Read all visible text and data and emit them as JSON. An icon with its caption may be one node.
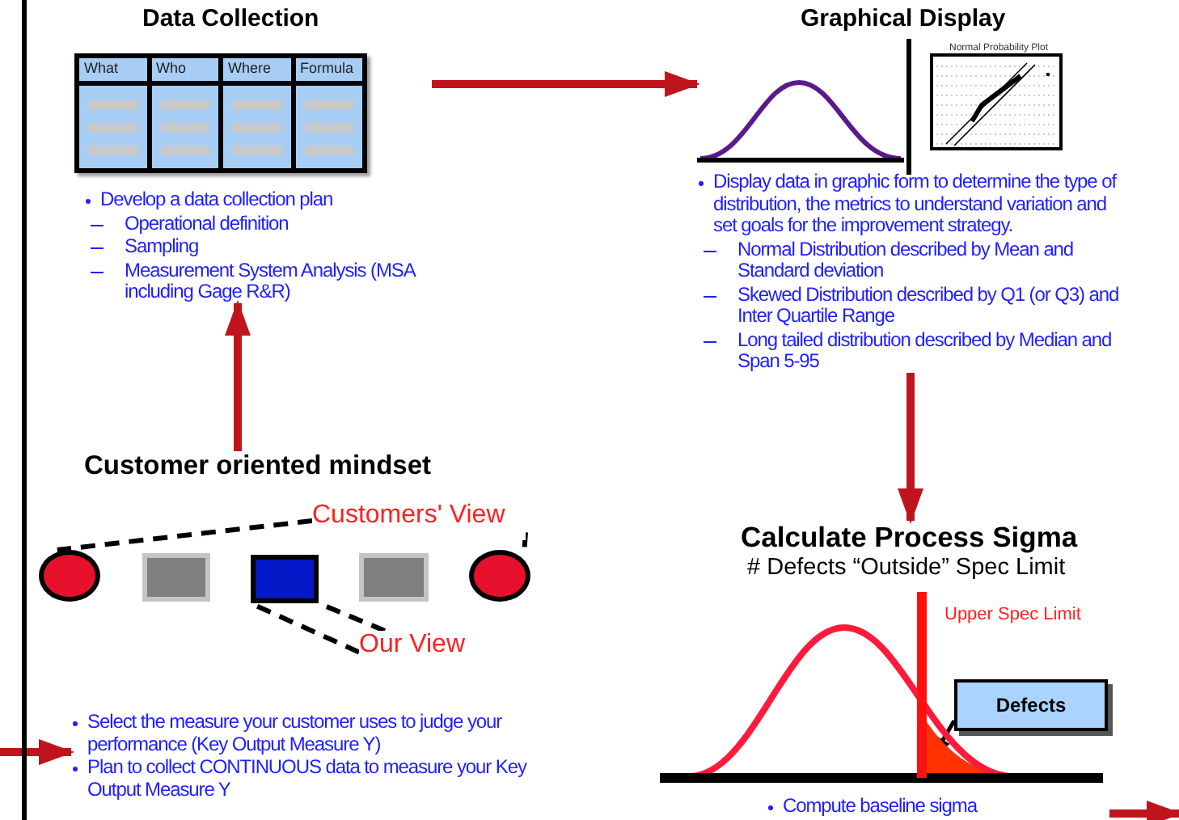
{
  "diagram": {
    "nodes": [
      {
        "text": [
          "Data Collection",
          "Develop a data collection plan",
          "Operational definition",
          "Sampling",
          "Measurement System Analysis (MSA including Gage R&R)"
        ]
      },
      {
        "text": [
          "What",
          "Who",
          "Where",
          "Formula"
        ],
        "in": 0
      },
      {
        "text": [
          "Graphical Display",
          "Display data in graphic form to determine the type of distribution, the metrics to understand variation and set goals for the improvement strategy.",
          "Normal Distribution described by Mean and Standard deviation",
          "Skewed Distribution described by Q1 (or Q3) and Inter Quartile Range",
          "Long tailed distribution described by Median and Span 5-95"
        ]
      },
      {
        "text": [
          "Normal Probability Plot"
        ],
        "in": 2
      },
      {
        "text": [
          "Customer oriented mindset",
          "Select the measure your customer uses to judge your performance (Key Output Measure Y)",
          "Plan to collect CONTINUOUS data to measure your Key Output Measure Y"
        ]
      },
      {
        "text": [
          "Customers' View"
        ],
        "in": 4
      },
      {
        "text": [],
        "shape": "circle"
      },
      {
        "text": [],
        "shape": "box",
        "in": 4
      },
      {
        "text": [],
        "shape": "box",
        "in": 4
      },
      {
        "text": [],
        "shape": "box",
        "in": 4
      },
      {
        "text": [],
        "shape": "circle",
        "in": 4
      },
      {
        "text": [
          "Our View"
        ],
        "in": 4
      },
      {
        "text": [
          "Calculate Process Sigma",
          "# Defects “Outside” Spec Limit",
          "Compute baseline sigma"
        ]
      },
      {
        "text": [
          "Defects"
        ],
        "in": 12
      }
    ],
    "edges": [
      {
        "from": 0,
        "to": 2,
        "arrow": "to",
        "color": "#c0141c"
      },
      {
        "from": 2,
        "to": 12,
        "arrow": "to",
        "color": "#c0141c"
      },
      {
        "from": 4,
        "to": 0,
        "arrow": "to",
        "color": "#c0141c"
      },
      {
        "from": null,
        "to": 4,
        "arrow": "to",
        "color": "#c0141c"
      },
      {
        "from": 12,
        "to": null,
        "arrow": "to",
        "color": "#c0141c"
      },
      {
        "from": 5,
        "to": 6,
        "arrow": "none",
        "style": "dashed",
        "color": "#000000"
      },
      {
        "from": 5,
        "to": 10,
        "arrow": "none",
        "style": "dashed",
        "color": "#000000"
      },
      {
        "from": 11,
        "to": 8,
        "arrow": "none",
        "style": "dashed",
        "color": "#000000"
      },
      {
        "from": 11,
        "to": 8,
        "arrow": "none",
        "style": "dashed",
        "color": "#000000"
      },
      {
        "from": 13,
        "to": null,
        "arrow": "to",
        "color": "#000000"
      }
    ],
    "labels": [
      "Upper Spec Limit"
    ]
  }
}
